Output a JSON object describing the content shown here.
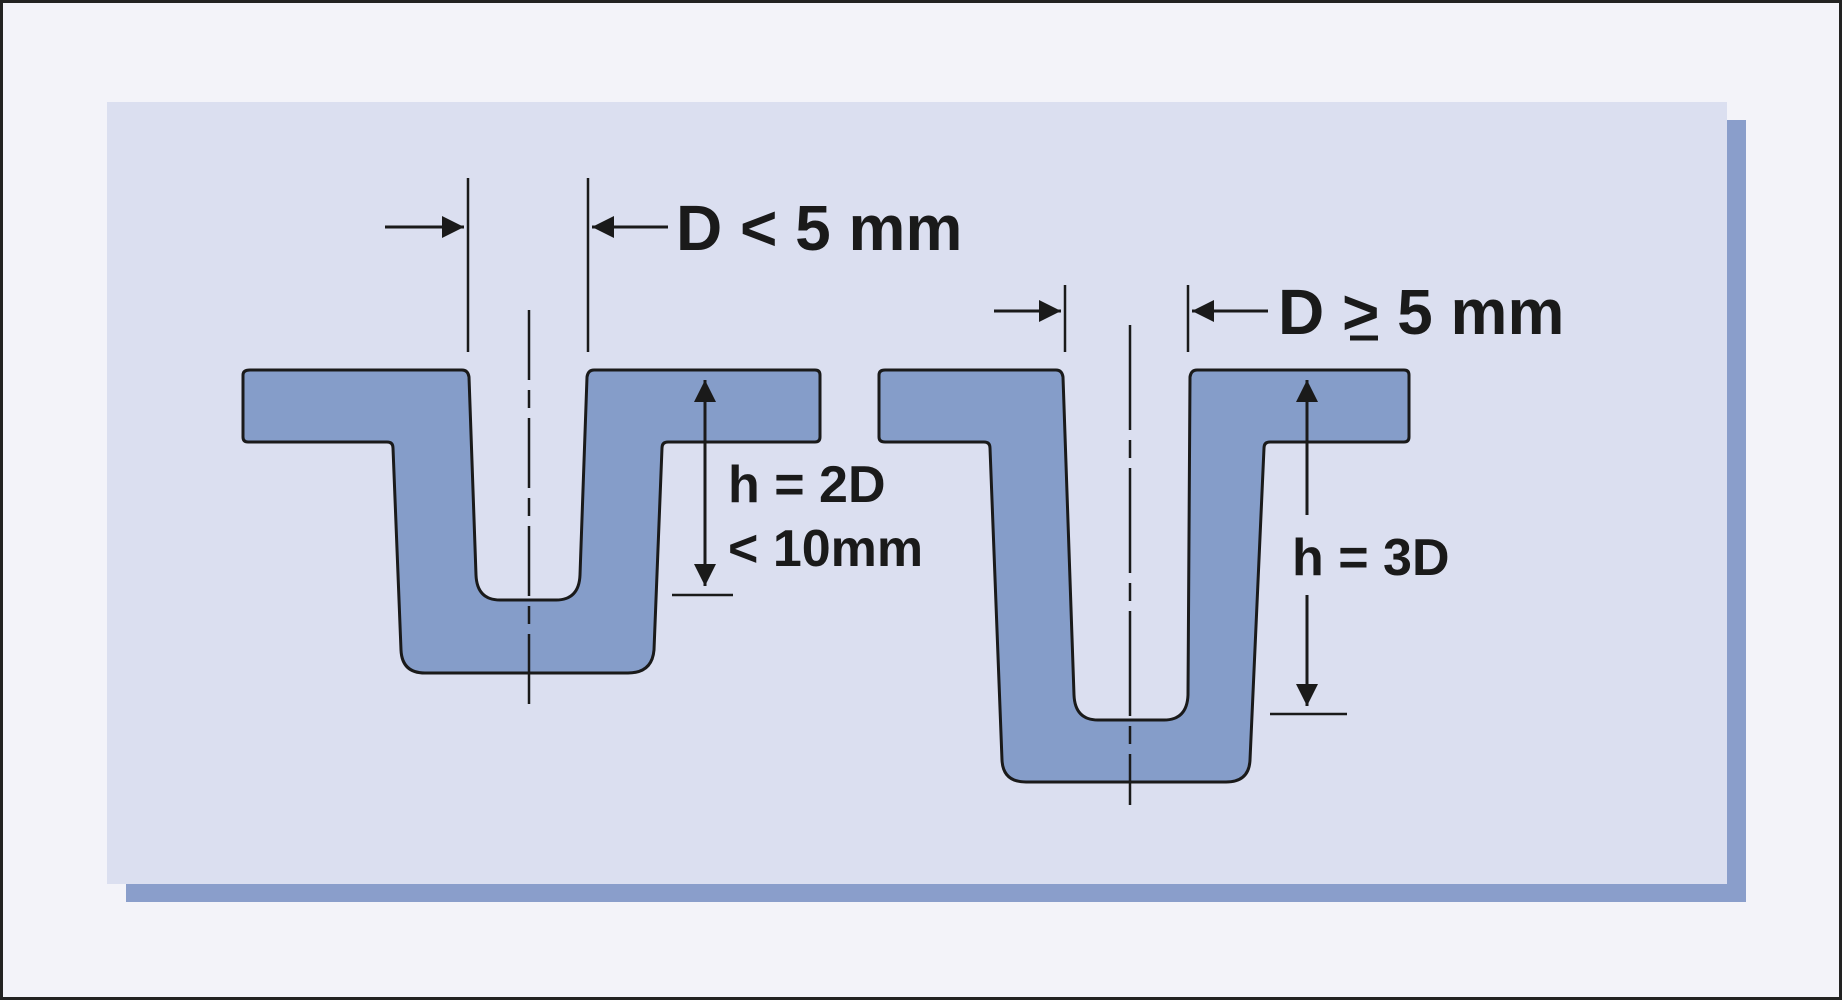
{
  "colors": {
    "page_background": "#f3f3f9",
    "panel_background": "#dbdff0",
    "panel_shadow": "#8a9ecb",
    "part_fill": "#859dc9",
    "stroke": "#1a1a1a"
  },
  "left_part": {
    "diameter_label": "D < 5 mm",
    "height_label_line1": "h = 2D",
    "height_label_line2": "< 10mm"
  },
  "right_part": {
    "diameter_label_prefix": "D ",
    "diameter_label_symbol": ">",
    "diameter_label_suffix": " 5 mm",
    "height_label": "h = 3D"
  }
}
